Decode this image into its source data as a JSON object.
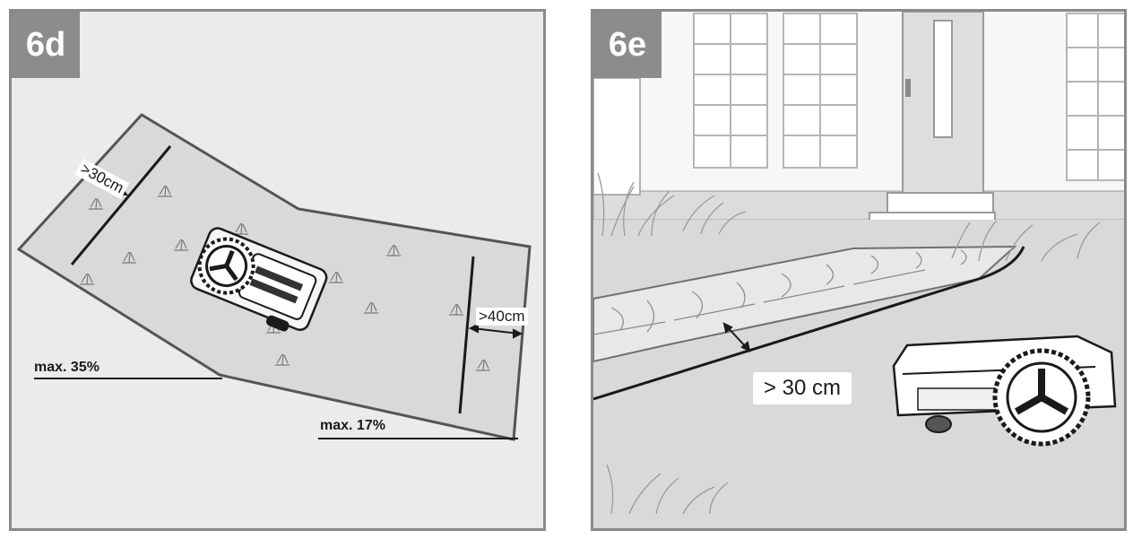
{
  "panels": {
    "d": {
      "badge": "6d",
      "label_gt30": ">30cm",
      "label_gt40": ">40cm",
      "label_max35": "max. 35%",
      "label_max17": "max. 17%"
    },
    "e": {
      "badge": "6e",
      "label_gt30": "> 30 cm"
    }
  },
  "colors": {
    "panel_bg": "#ebebeb",
    "frame": "#8a8a8a",
    "badge_bg": "#8c8c8c",
    "lawn": "#d9d9d9",
    "outline": "#555555",
    "wire": "#1a1a1a"
  }
}
